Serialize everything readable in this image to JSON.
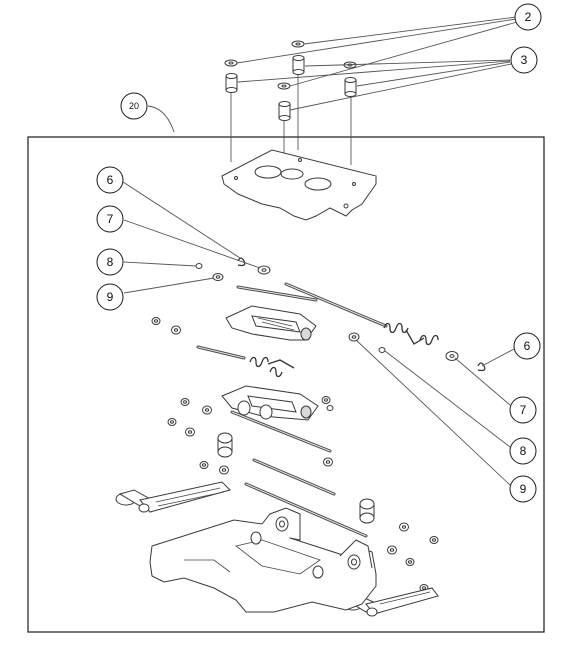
{
  "diagram": {
    "callouts": [
      {
        "id": "2",
        "text": "2"
      },
      {
        "id": "3",
        "text": "3"
      },
      {
        "id": "20",
        "text": "20"
      },
      {
        "id": "6-left",
        "text": "6"
      },
      {
        "id": "7-left",
        "text": "7"
      },
      {
        "id": "8-left",
        "text": "8"
      },
      {
        "id": "9-left",
        "text": "9"
      },
      {
        "id": "6-right",
        "text": "6"
      },
      {
        "id": "7-right",
        "text": "7"
      },
      {
        "id": "8-right",
        "text": "8"
      },
      {
        "id": "9-right",
        "text": "9"
      }
    ],
    "colors": {
      "line": "#3a3a3a",
      "frame": "#1a1a1a",
      "background": "#ffffff"
    }
  }
}
